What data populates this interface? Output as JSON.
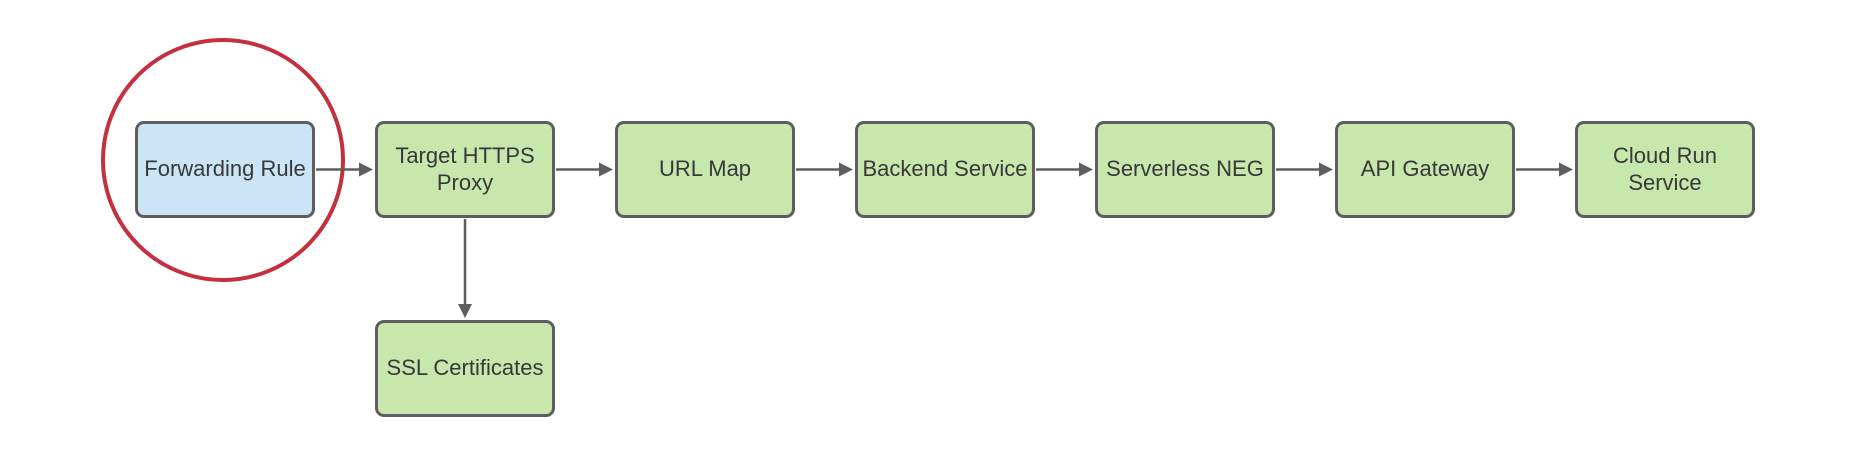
{
  "diagram": {
    "type": "flowchart",
    "background": "#ffffff",
    "nodes": [
      {
        "id": "forwarding-rule",
        "label": "Forwarding Rule",
        "fill": "#cbe5f6",
        "highlighted": true
      },
      {
        "id": "target-https-proxy",
        "label": "Target HTTPS Proxy",
        "fill": "#c7e7ad",
        "highlighted": false
      },
      {
        "id": "url-map",
        "label": "URL Map",
        "fill": "#c7e7ad",
        "highlighted": false
      },
      {
        "id": "backend-service",
        "label": "Backend Service",
        "fill": "#c7e7ad",
        "highlighted": false
      },
      {
        "id": "serverless-neg",
        "label": "Serverless NEG",
        "fill": "#c7e7ad",
        "highlighted": false
      },
      {
        "id": "api-gateway",
        "label": "API Gateway",
        "fill": "#c7e7ad",
        "highlighted": false
      },
      {
        "id": "cloud-run-service",
        "label": "Cloud Run Service",
        "fill": "#c7e7ad",
        "highlighted": false
      },
      {
        "id": "ssl-certificates",
        "label": "SSL Certificates",
        "fill": "#c7e7ad",
        "highlighted": false
      }
    ],
    "edges": [
      {
        "from": "forwarding-rule",
        "to": "target-https-proxy",
        "direction": "right"
      },
      {
        "from": "target-https-proxy",
        "to": "url-map",
        "direction": "right"
      },
      {
        "from": "url-map",
        "to": "backend-service",
        "direction": "right"
      },
      {
        "from": "backend-service",
        "to": "serverless-neg",
        "direction": "right"
      },
      {
        "from": "serverless-neg",
        "to": "api-gateway",
        "direction": "right"
      },
      {
        "from": "api-gateway",
        "to": "cloud-run-service",
        "direction": "right"
      },
      {
        "from": "target-https-proxy",
        "to": "ssl-certificates",
        "direction": "down"
      }
    ],
    "annotation": {
      "shape": "ellipse",
      "around": "forwarding-rule",
      "color": "#c5303e"
    },
    "colors": {
      "node_fill_green": "#c7e7ad",
      "node_fill_blue": "#cbe5f6",
      "node_border": "#5e5e5e",
      "connector": "#5e5e5e",
      "annotation_red": "#c5303e",
      "text": "#383838",
      "background": "#ffffff"
    }
  }
}
